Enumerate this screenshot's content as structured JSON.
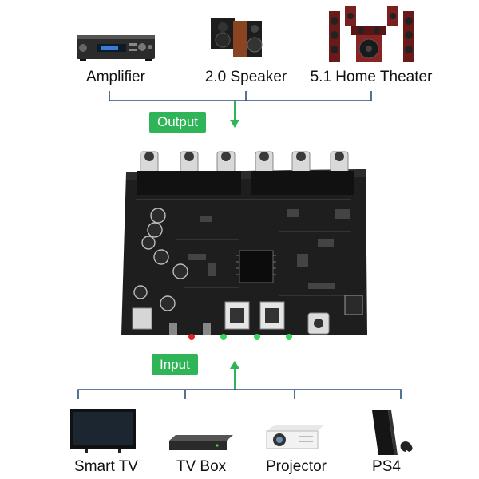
{
  "outputs": [
    {
      "label": "Amplifier",
      "icon": "amplifier-icon"
    },
    {
      "label": "2.0 Speaker",
      "icon": "stereo-speaker-icon"
    },
    {
      "label": "5.1 Home Theater",
      "icon": "home-theater-icon"
    }
  ],
  "output_tag": "Output",
  "input_tag": "Input",
  "inputs": [
    {
      "label": "Smart TV",
      "icon": "smart-tv-icon"
    },
    {
      "label": "TV Box",
      "icon": "tv-box-icon"
    },
    {
      "label": "Projector",
      "icon": "projector-icon"
    },
    {
      "label": "PS4",
      "icon": "ps4-icon"
    }
  ],
  "board": {
    "icon": "decoder-board-icon"
  },
  "colors": {
    "connector_line": "#2a4f7a",
    "tag_green": "#2fb457",
    "arrow_green": "#2fb457"
  }
}
